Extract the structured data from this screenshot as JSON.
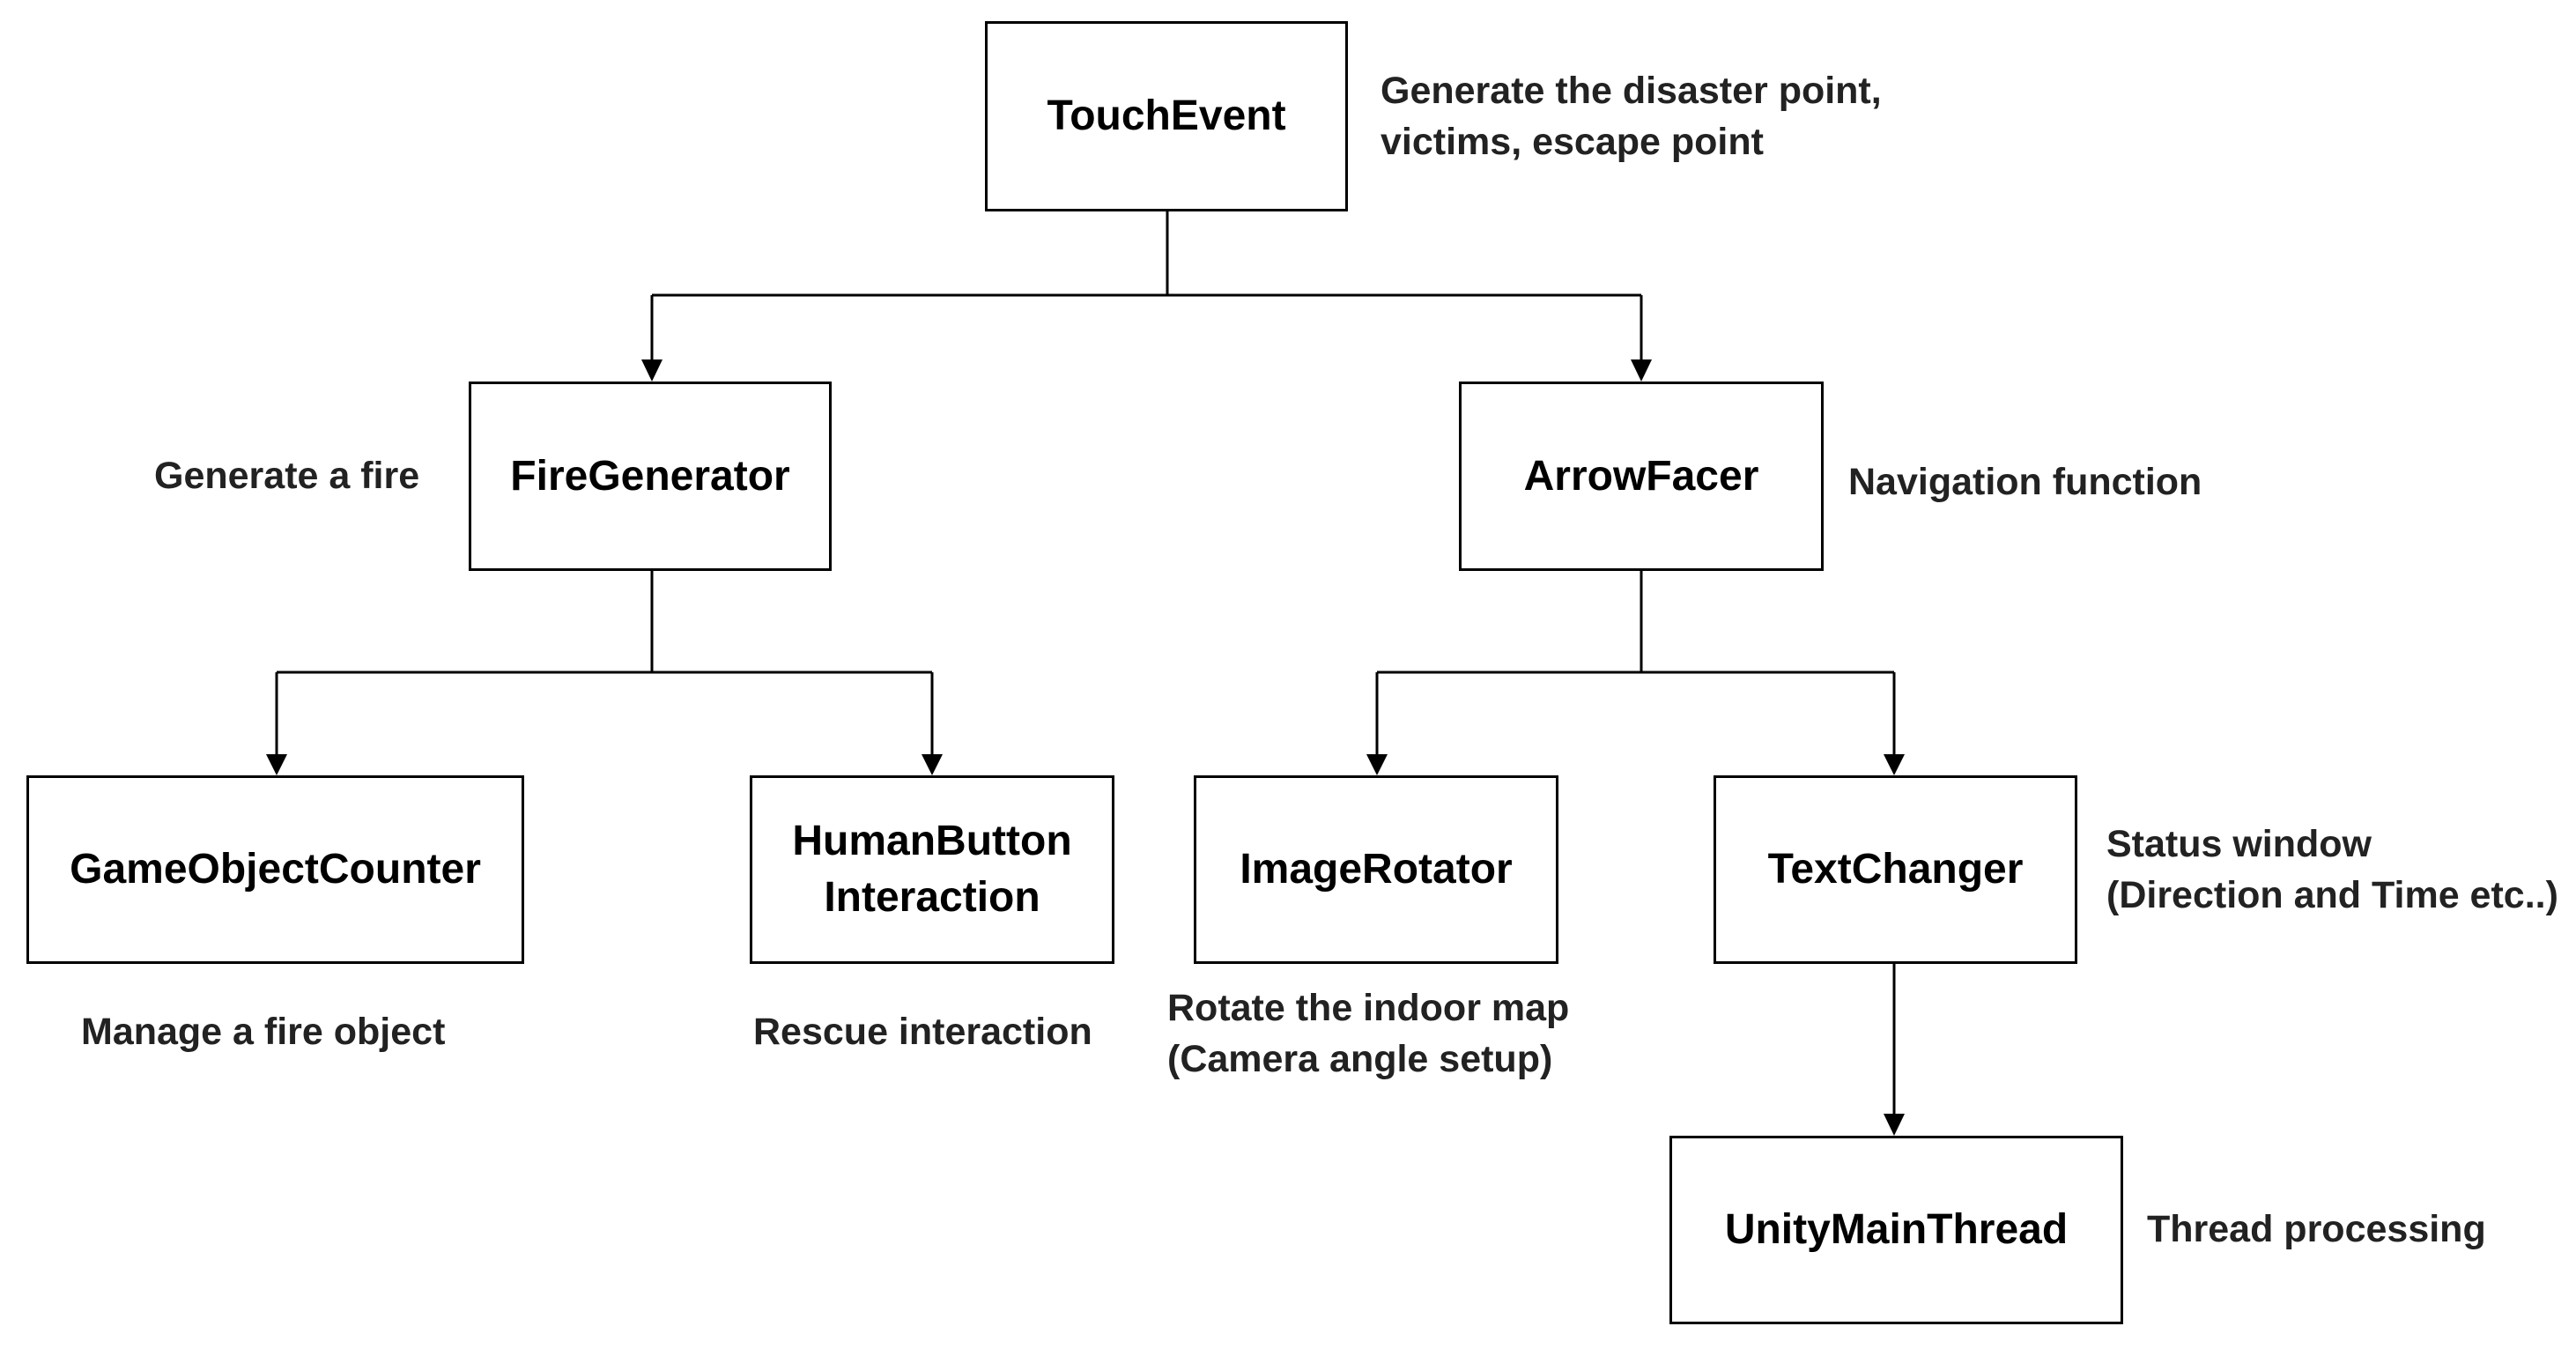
{
  "nodes": {
    "touch_event": "TouchEvent",
    "fire_generator": "FireGenerator",
    "arrow_facer": "ArrowFacer",
    "game_object_counter": "GameObjectCounter",
    "human_button_interaction": "HumanButton\nInteraction",
    "image_rotator": "ImageRotator",
    "text_changer": "TextChanger",
    "unity_main_thread": "UnityMainThread"
  },
  "notes": {
    "touch_event": "Generate the disaster point,\nvictims, escape point",
    "fire_generator": "Generate a fire",
    "arrow_facer": "Navigation function",
    "game_object_counter": "Manage a fire object",
    "human_button_interaction": "Rescue interaction",
    "image_rotator": "Rotate the indoor map\n(Camera angle setup)",
    "text_changer": "Status window\n(Direction and Time etc..)",
    "unity_main_thread": "Thread processing"
  },
  "colors": {
    "stroke": "#000000",
    "text": "#000000",
    "note_text": "#222222",
    "background": "#ffffff"
  }
}
